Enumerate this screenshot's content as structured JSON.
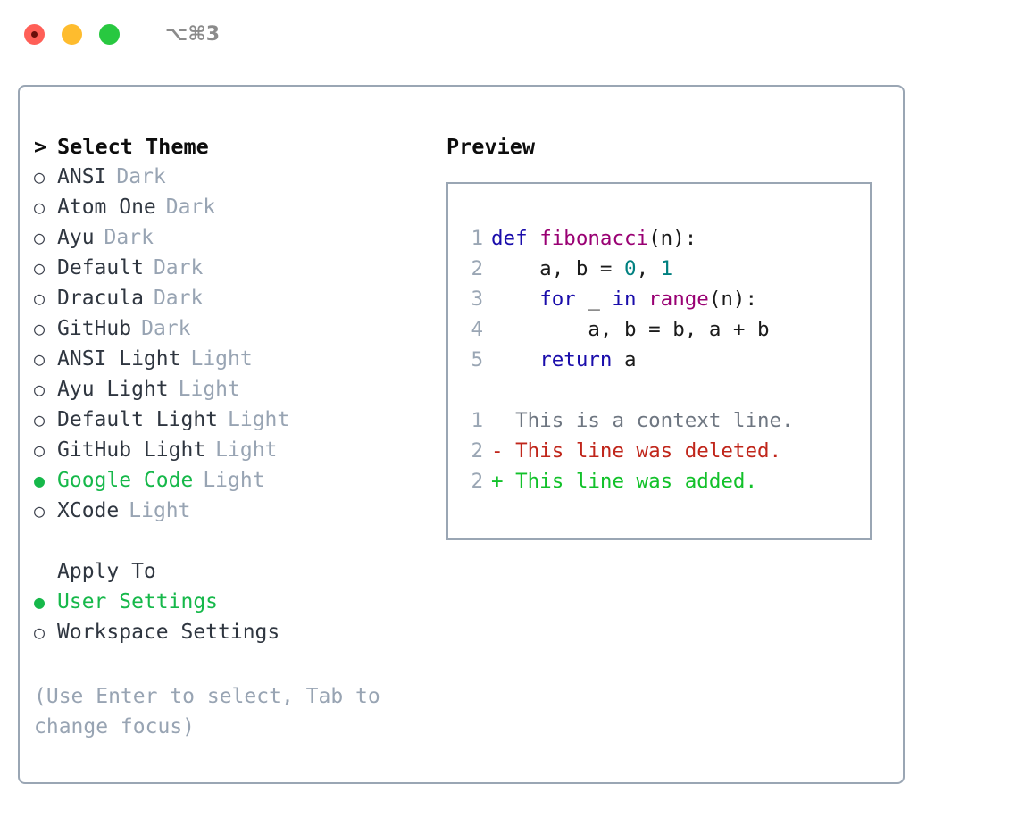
{
  "titlebar": {
    "shortcut": "⌥⌘3",
    "buttons": [
      {
        "name": "close",
        "color": "#ff5f57"
      },
      {
        "name": "minimize",
        "color": "#febc2e"
      },
      {
        "name": "zoom",
        "color": "#28c840"
      }
    ]
  },
  "theme_section": {
    "caret": ">",
    "header": "Select Theme",
    "bullet_unselected": "○",
    "bullet_selected": "●",
    "items": [
      {
        "label": "ANSI",
        "tag": "Dark",
        "selected": false
      },
      {
        "label": "Atom One",
        "tag": "Dark",
        "selected": false
      },
      {
        "label": "Ayu",
        "tag": "Dark",
        "selected": false
      },
      {
        "label": "Default",
        "tag": "Dark",
        "selected": false
      },
      {
        "label": "Dracula",
        "tag": "Dark",
        "selected": false
      },
      {
        "label": "GitHub",
        "tag": "Dark",
        "selected": false
      },
      {
        "label": "ANSI Light",
        "tag": "Light",
        "selected": false
      },
      {
        "label": "Ayu Light",
        "tag": "Light",
        "selected": false
      },
      {
        "label": "Default Light",
        "tag": "Light",
        "selected": false
      },
      {
        "label": "GitHub Light",
        "tag": "Light",
        "selected": false
      },
      {
        "label": "Google Code",
        "tag": "Light",
        "selected": true
      },
      {
        "label": "XCode",
        "tag": "Light",
        "selected": false
      }
    ]
  },
  "apply_section": {
    "header": "Apply To",
    "items": [
      {
        "label": "User Settings",
        "selected": true
      },
      {
        "label": "Workspace Settings",
        "selected": false
      }
    ]
  },
  "help_text": "(Use Enter to select, Tab to change focus)",
  "preview": {
    "heading": "Preview",
    "code_lines": [
      {
        "lineno": "1",
        "tokens": [
          {
            "text": "def ",
            "kind": "kw"
          },
          {
            "text": "fibonacci",
            "kind": "fn"
          },
          {
            "text": "(n):",
            "kind": "plain"
          }
        ]
      },
      {
        "lineno": "2",
        "tokens": [
          {
            "text": "    a, b = ",
            "kind": "plain"
          },
          {
            "text": "0",
            "kind": "num"
          },
          {
            "text": ", ",
            "kind": "plain"
          },
          {
            "text": "1",
            "kind": "num"
          }
        ]
      },
      {
        "lineno": "3",
        "tokens": [
          {
            "text": "    ",
            "kind": "plain"
          },
          {
            "text": "for",
            "kind": "kw"
          },
          {
            "text": " _ ",
            "kind": "plain"
          },
          {
            "text": "in",
            "kind": "kw"
          },
          {
            "text": " ",
            "kind": "plain"
          },
          {
            "text": "range",
            "kind": "fn"
          },
          {
            "text": "(n):",
            "kind": "plain"
          }
        ]
      },
      {
        "lineno": "4",
        "tokens": [
          {
            "text": "        a, b = b, a + b",
            "kind": "plain"
          }
        ]
      },
      {
        "lineno": "5",
        "tokens": [
          {
            "text": "    ",
            "kind": "plain"
          },
          {
            "text": "return",
            "kind": "kw"
          },
          {
            "text": " a",
            "kind": "plain"
          }
        ]
      }
    ],
    "diff_lines": [
      {
        "lineno": "1",
        "marker": " ",
        "text": " This is a context line.",
        "kind": "context"
      },
      {
        "lineno": "2",
        "marker": "-",
        "text": " This line was deleted.",
        "kind": "del"
      },
      {
        "lineno": "2",
        "marker": "+",
        "text": " This line was added.",
        "kind": "add"
      }
    ]
  },
  "colors": {
    "accent_green": "#16b84a",
    "tag_gray": "#98a4b3",
    "border": "#9aa6b4",
    "keyword": "#1a0dab",
    "function": "#990073",
    "number": "#008080",
    "diff_deleted": "#c0261b",
    "diff_added": "#12c12a",
    "diff_context": "#6e7681"
  }
}
